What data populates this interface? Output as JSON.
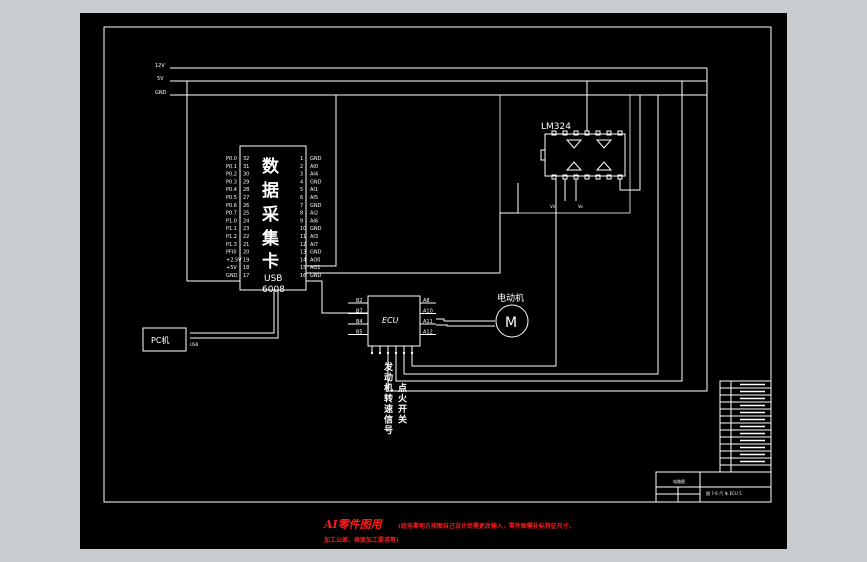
{
  "colors": {
    "background": "#c7ccd1",
    "sheet": "#000000",
    "line": "#ffffff",
    "note": "#ff1a1a"
  },
  "rails": {
    "v12": "12V",
    "v5": "5V",
    "gnd": "GND"
  },
  "daq": {
    "title_chars": [
      "数",
      "据",
      "采",
      "集",
      "卡"
    ],
    "model_line1": "USB",
    "model_line2": "6008",
    "left_pins": [
      {
        "name": "P0.0",
        "num": "32"
      },
      {
        "name": "P0.1",
        "num": "31"
      },
      {
        "name": "P0.2",
        "num": "30"
      },
      {
        "name": "P0.3",
        "num": "29"
      },
      {
        "name": "P0.4",
        "num": "28"
      },
      {
        "name": "P0.5",
        "num": "27"
      },
      {
        "name": "P0.6",
        "num": "26"
      },
      {
        "name": "P0.7",
        "num": "25"
      },
      {
        "name": "P1.0",
        "num": "24"
      },
      {
        "name": "P1.1",
        "num": "23"
      },
      {
        "name": "P1.2",
        "num": "22"
      },
      {
        "name": "P1.3",
        "num": "21"
      },
      {
        "name": "PFI0",
        "num": "20"
      },
      {
        "name": "+2.5V",
        "num": "19"
      },
      {
        "name": "+5V",
        "num": "18"
      },
      {
        "name": "GND",
        "num": "17"
      }
    ],
    "right_pins": [
      {
        "name": "GND",
        "num": "1"
      },
      {
        "name": "AI0",
        "num": "2"
      },
      {
        "name": "AI4",
        "num": "3"
      },
      {
        "name": "GND",
        "num": "4"
      },
      {
        "name": "AI1",
        "num": "5"
      },
      {
        "name": "AI5",
        "num": "6"
      },
      {
        "name": "GND",
        "num": "7"
      },
      {
        "name": "AI2",
        "num": "8"
      },
      {
        "name": "AI6",
        "num": "9"
      },
      {
        "name": "GND",
        "num": "10"
      },
      {
        "name": "AI3",
        "num": "11"
      },
      {
        "name": "AI7",
        "num": "12"
      },
      {
        "name": "GND",
        "num": "13"
      },
      {
        "name": "AO0",
        "num": "14"
      },
      {
        "name": "AO1",
        "num": "15"
      },
      {
        "name": "GND",
        "num": "16"
      }
    ]
  },
  "pc": {
    "label": "PC机",
    "port": "USB"
  },
  "ecu": {
    "label": "ECU",
    "left_pins": [
      "B2",
      "B7",
      "B4",
      "B5"
    ],
    "right_pins": [
      "A8",
      "A10",
      "A11",
      "A12"
    ]
  },
  "motor": {
    "title": "电动机",
    "symbol": "M"
  },
  "lm324": {
    "label": "LM324",
    "in_label": "Vin",
    "out_label": "Vo"
  },
  "signals": {
    "engine_speed": "发动机转速信号",
    "ignition": "点火开关"
  },
  "title_block": {
    "drawing_name": "电路图",
    "bottom_text": "图 7-6  汽 车 ECU 5"
  },
  "footer": {
    "main": "AI零件图用",
    "line1": "(组电零地方按图自己设计尚需更改输入，零件图需补标特征尺寸、",
    "line2": "加工公差、表面加工要求等)"
  }
}
